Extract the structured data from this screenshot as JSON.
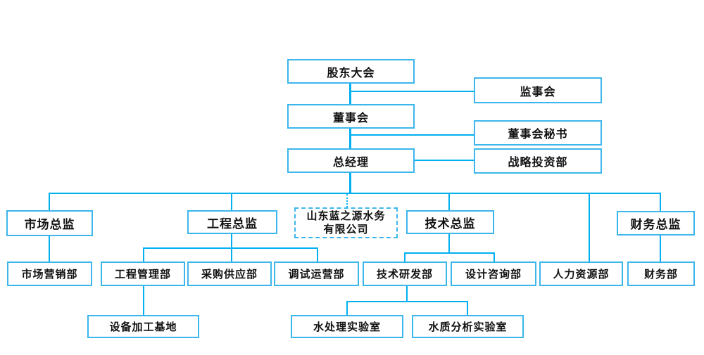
{
  "org_chart": {
    "company": {
      "name_line1": "山东蓝之源水务",
      "name_line2": "有限公司"
    },
    "nodes": {
      "shareholders_meeting": "股东大会",
      "supervisory_board": "监事会",
      "board_of_directors": "董事会",
      "board_secretary": "董事会秘书",
      "general_manager": "总经理",
      "strategic_investment_dept": "战略投资部",
      "marketing_director": "市场总监",
      "engineering_director": "工程总监",
      "technical_director": "技术总监",
      "finance_director": "财务总监",
      "marketing_dept": "市场营销部",
      "engineering_mgmt_dept": "工程管理部",
      "procurement_supply_dept": "采购供应部",
      "commissioning_ops_dept": "调试运营部",
      "tech_rd_dept": "技术研发部",
      "design_consulting_dept": "设计咨询部",
      "hr_dept": "人力资源部",
      "finance_dept": "财务部",
      "equipment_processing_base": "设备加工基地",
      "water_treatment_lab": "水处理实验室",
      "water_quality_analysis_lab": "水质分析实验室"
    },
    "colors": {
      "connector_line": "#00b0f0",
      "box_border": "#3db6ec",
      "text": "#111111",
      "background": "#ffffff"
    }
  }
}
